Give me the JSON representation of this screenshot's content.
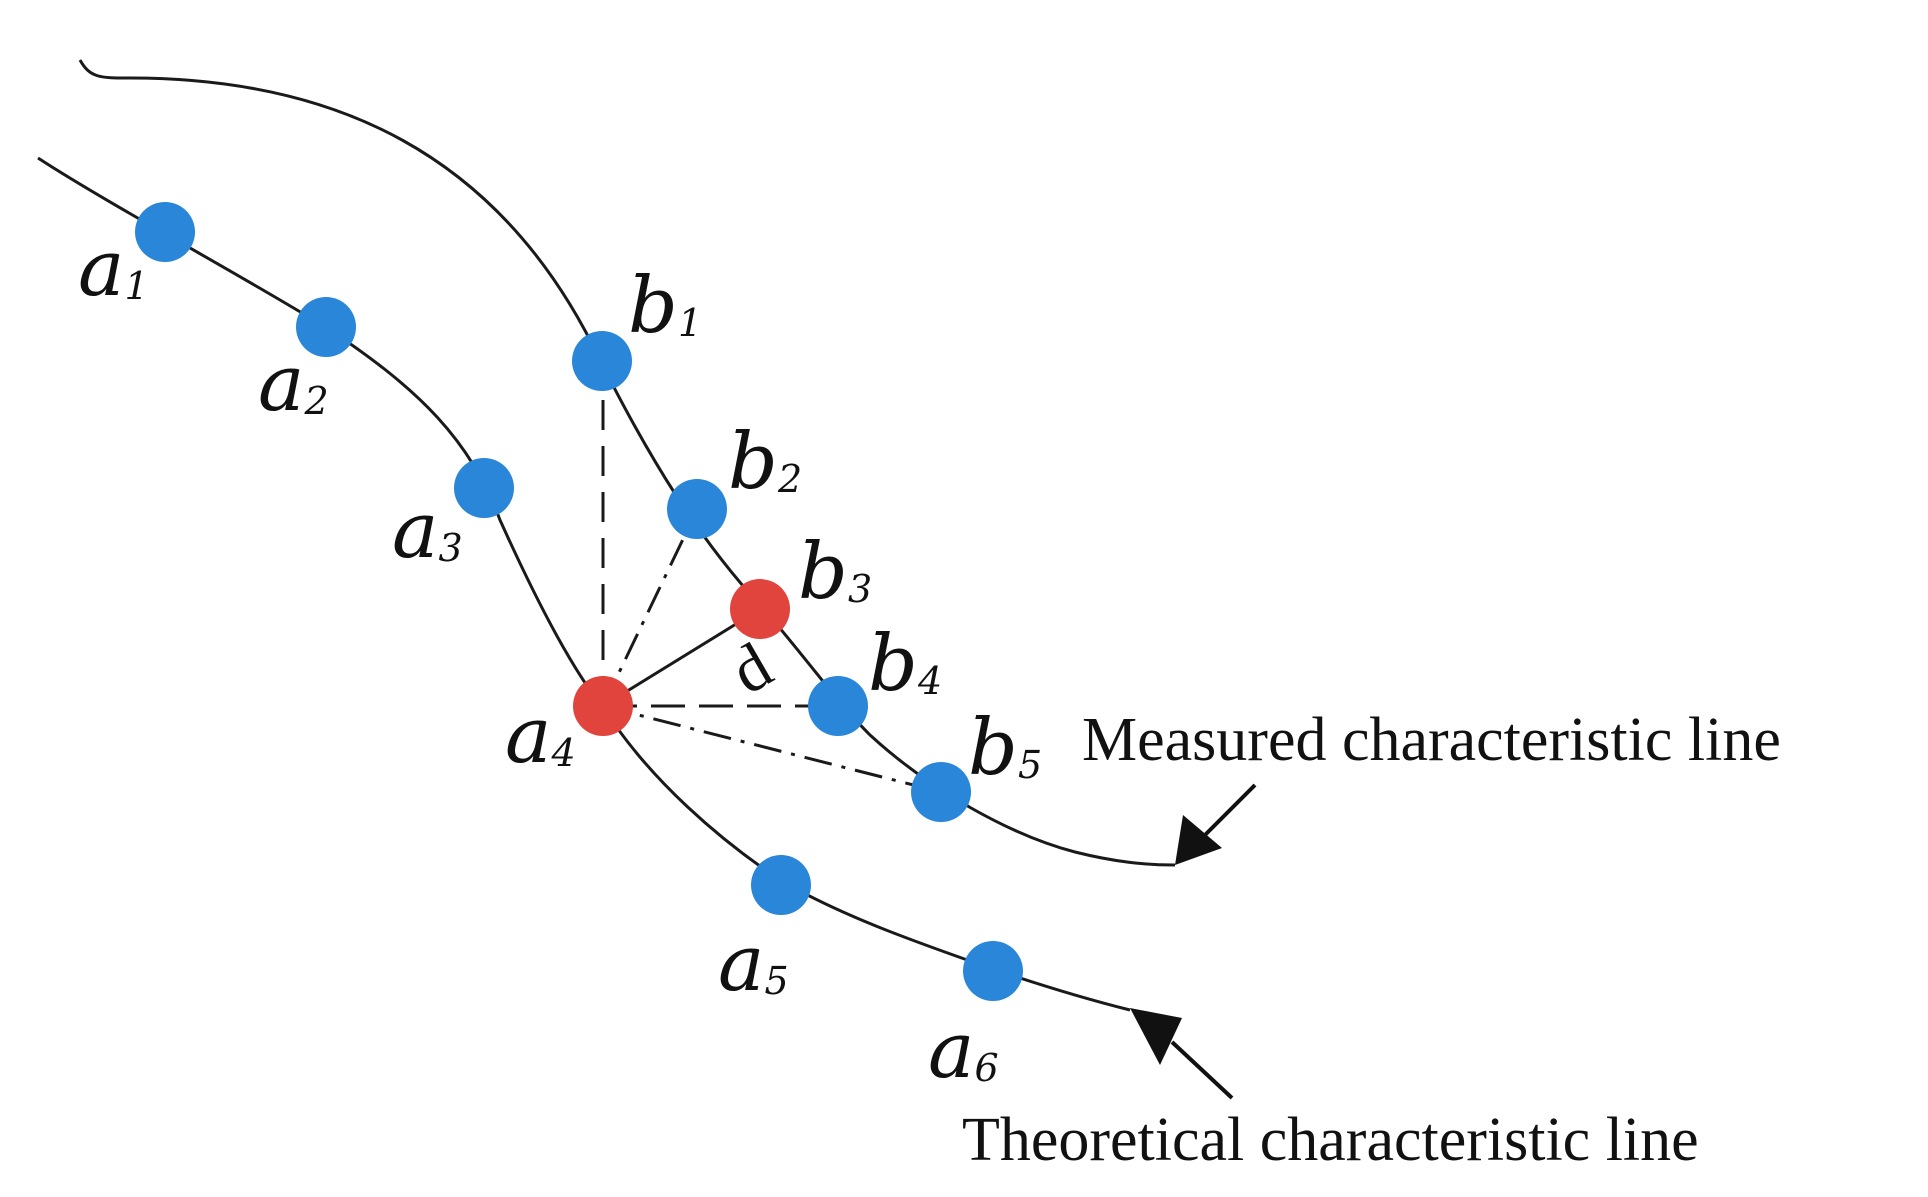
{
  "colors": {
    "point": "#2a86d8",
    "highlight": "#e0443c",
    "line": "#1a1a1a"
  },
  "theoretical_points": [
    {
      "letter": "a",
      "index": "1"
    },
    {
      "letter": "a",
      "index": "2"
    },
    {
      "letter": "a",
      "index": "3"
    },
    {
      "letter": "a",
      "index": "4",
      "highlight": true
    },
    {
      "letter": "a",
      "index": "5"
    },
    {
      "letter": "a",
      "index": "6"
    }
  ],
  "measured_points": [
    {
      "letter": "b",
      "index": "1"
    },
    {
      "letter": "b",
      "index": "2"
    },
    {
      "letter": "b",
      "index": "3",
      "highlight": true
    },
    {
      "letter": "b",
      "index": "4"
    },
    {
      "letter": "b",
      "index": "5"
    }
  ],
  "distance_label": "d",
  "captions": {
    "measured": "Measured characteristic line",
    "theoretical": "Theoretical characteristic line"
  }
}
